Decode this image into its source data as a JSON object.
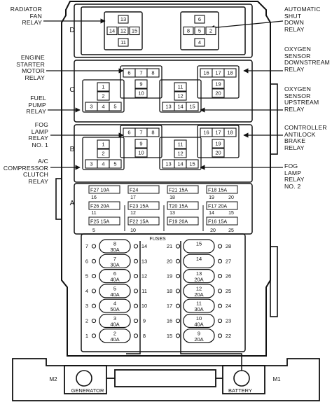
{
  "relay_labels_left": [
    "RADIATOR\nFAN\nRELAY",
    "ENGINE\nSTARTER\nMOTOR\nRELAY",
    "FUEL\nPUMP\nRELAY",
    "FOG\nLAMP\nRELAY\nNO. 1",
    "A/C\nCOMPRESSOR\nCLUTCH\nRELAY"
  ],
  "relay_labels_right": [
    "AUTOMATIC\nSHUT\nDOWN\nRELAY",
    "OXYGEN\nSENSOR\nDOWNSTREAM\nRELAY",
    "OXYGEN\nSENSOR\nUPSTREAM\nRELAY",
    "CONTROLLER\nANTILOCK\nBRAKE\nRELAY",
    "FOG\nLAMP\nRELAY\nNO. 2"
  ],
  "section_letters": [
    "D",
    "C",
    "B",
    "A"
  ],
  "relay_pins": {
    "d_left": [
      "13",
      "14",
      "12",
      "15",
      "11"
    ],
    "d_right": [
      "6",
      "8",
      "5",
      "2",
      "4"
    ],
    "c_left": [
      "1",
      "2",
      "3",
      "4",
      "5"
    ],
    "c_mid": [
      "6",
      "7",
      "8",
      "9",
      "10"
    ],
    "c_right_a": [
      "11",
      "12",
      "13",
      "14",
      "15"
    ],
    "c_right_b": [
      "16",
      "17",
      "18",
      "19",
      "20"
    ],
    "b_left": [
      "1",
      "2",
      "3",
      "4",
      "5"
    ],
    "b_mid": [
      "6",
      "7",
      "8",
      "9",
      "10"
    ],
    "b_right_a": [
      "11",
      "12",
      "13",
      "14",
      "15"
    ],
    "b_right_b": [
      "16",
      "17",
      "18",
      "19",
      "20"
    ]
  },
  "mini_fuses": {
    "row1": [
      "F27 10A",
      "F24",
      "F21 15A",
      "F18 15A"
    ],
    "row1_pins": [
      "16",
      "17",
      "18",
      "19",
      "20"
    ],
    "row2": [
      "F26 20A",
      "F23 15A",
      "T20 15A",
      "F17 20A"
    ],
    "row2_pins": [
      "11",
      "12",
      "13",
      "14",
      "15"
    ],
    "row3": [
      "F25 15A",
      "F22 15A",
      "F19 20A",
      "F16 15A"
    ],
    "row3_pins": [
      "5",
      "10",
      "20",
      "25"
    ]
  },
  "fuses_header": "FUSES",
  "maxi_fuses_left": [
    {
      "left": "7",
      "num": "8",
      "amp": "30A",
      "right": "14"
    },
    {
      "left": "6",
      "num": "7",
      "amp": "30A",
      "right": "13"
    },
    {
      "left": "5",
      "num": "6",
      "amp": "40A",
      "right": "12"
    },
    {
      "left": "4",
      "num": "5",
      "amp": "40A",
      "right": "11"
    },
    {
      "left": "3",
      "num": "4",
      "amp": "50A",
      "right": "10"
    },
    {
      "left": "2",
      "num": "3",
      "amp": "40A",
      "right": "9"
    },
    {
      "left": "1",
      "num": "2",
      "amp": "40A",
      "right": "8"
    }
  ],
  "maxi_fuses_right": [
    {
      "left": "21",
      "num": "15",
      "amp": "",
      "right": "28"
    },
    {
      "left": "20",
      "num": "14",
      "amp": "",
      "right": "27"
    },
    {
      "left": "19",
      "num": "13",
      "amp": "20A",
      "right": "26"
    },
    {
      "left": "18",
      "num": "12",
      "amp": "20A",
      "right": "25"
    },
    {
      "left": "17",
      "num": "11",
      "amp": "30A",
      "right": "24"
    },
    {
      "left": "16",
      "num": "10",
      "amp": "40A",
      "right": "23"
    },
    {
      "left": "15",
      "num": "9",
      "amp": "20A",
      "right": "22"
    }
  ],
  "bottom_terminals": {
    "m2": "M2",
    "generator": "GENERATOR",
    "battery": "BATTERY",
    "m1": "M1"
  }
}
